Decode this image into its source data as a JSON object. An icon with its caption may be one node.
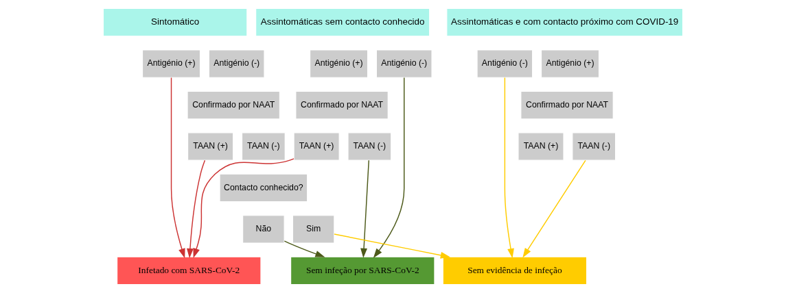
{
  "diagram": {
    "nodes": [
      {
        "text": [
          "Sintomático"
        ]
      },
      {
        "text": [
          "Assintomáticas e com contacto próximo com COVID-19"
        ]
      },
      {
        "text": [
          "Assintomáticas sem contacto conhecido"
        ]
      },
      {
        "text": [
          "Antigénio (+)"
        ]
      },
      {
        "text": [
          "Antigénio (-)"
        ]
      },
      {
        "text": [
          "Antigénio (+)"
        ]
      },
      {
        "text": [
          "Antigénio (-)"
        ]
      },
      {
        "text": [
          "Antigénio (+)"
        ]
      },
      {
        "text": [
          "Antigénio (-)"
        ]
      },
      {
        "text": [
          "Confirmado por NAAT"
        ]
      },
      {
        "text": [
          "Confirmado por NAAT"
        ]
      },
      {
        "text": [
          "Confirmado por NAAT"
        ]
      },
      {
        "text": [
          "TAAN (+)"
        ]
      },
      {
        "text": [
          "TAAN (-)"
        ]
      },
      {
        "text": [
          "TAAN (+)"
        ]
      },
      {
        "text": [
          "TAAN (-)"
        ]
      },
      {
        "text": [
          "TAAN (+)"
        ]
      },
      {
        "text": [
          "TAAN (-)"
        ]
      },
      {
        "text": [
          "Contacto conhecido?"
        ]
      },
      {
        "text": [
          "Sim"
        ]
      },
      {
        "text": [
          "Não"
        ]
      },
      {
        "text": [
          "Infetado com SARS-CoV-2"
        ]
      },
      {
        "text": [
          "Sem evidência de infeção"
        ]
      },
      {
        "text": [
          "Sem infeção por SARS-CoV-2"
        ]
      }
    ],
    "edges": [
      {
        "from": 3,
        "to": 21,
        "arrow": "to",
        "color": "#cc3333"
      },
      {
        "from": 12,
        "to": 21,
        "arrow": "to",
        "color": "#cc3333"
      },
      {
        "from": 16,
        "to": 21,
        "arrow": "to",
        "color": "#cc3333"
      },
      {
        "from": 19,
        "to": 22,
        "arrow": "to",
        "color": "#ffcc00"
      },
      {
        "from": 15,
        "to": 22,
        "arrow": "to",
        "color": "#ffcc00"
      },
      {
        "from": 6,
        "to": 22,
        "arrow": "to",
        "color": "#ffcc00"
      },
      {
        "from": 20,
        "to": 23,
        "arrow": "to",
        "color": "#4d5a1a"
      },
      {
        "from": 17,
        "to": 23,
        "arrow": "to",
        "color": "#4d5a1a"
      },
      {
        "from": 8,
        "to": 23,
        "arrow": "to",
        "color": "#4d5a1a"
      }
    ]
  }
}
